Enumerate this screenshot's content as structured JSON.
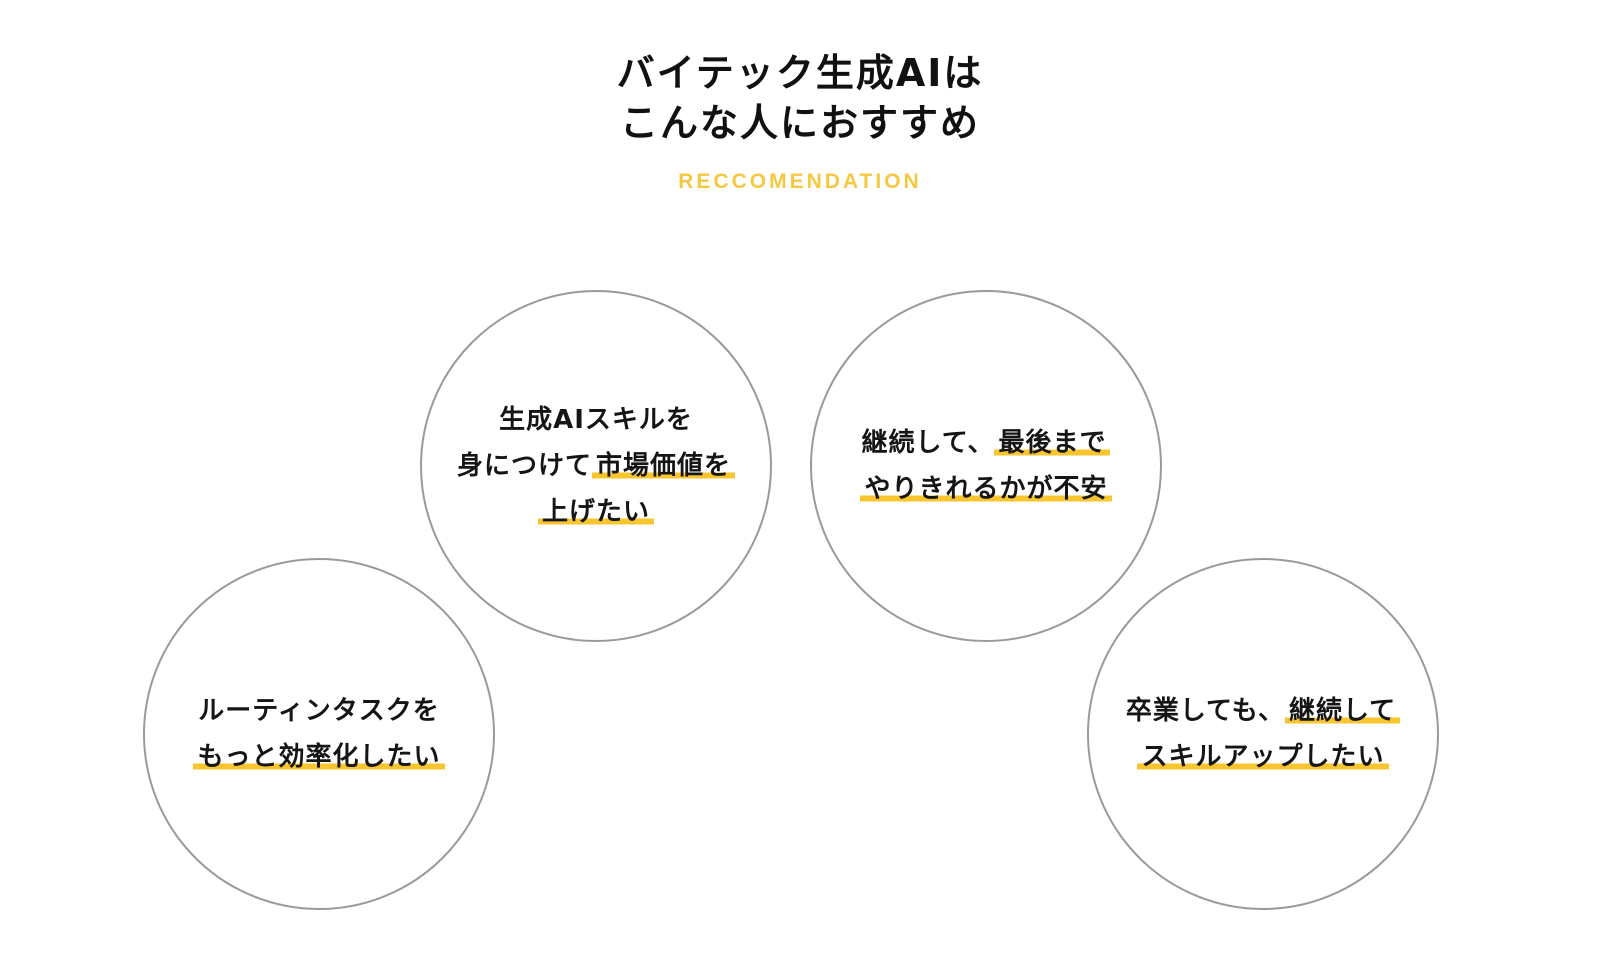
{
  "header": {
    "title_line1": "バイテック生成AIは",
    "title_line2": "こんな人におすすめ",
    "subtitle": "RECCOMENDATION"
  },
  "circles": [
    {
      "line1": "生成AIスキルを",
      "line2_plain": "身につけて",
      "line2_highlight": "市場価値を",
      "line3_highlight": "上げたい"
    },
    {
      "line1_plain": "継続して、",
      "line1_highlight": "最後まで",
      "line2_highlight": "やりきれるかが不安"
    },
    {
      "line1": "ルーティンタスクを",
      "line2_highlight": "もっと効率化したい"
    },
    {
      "line1_plain": "卒業しても、",
      "line1_highlight": "継続して",
      "line2_highlight": "スキルアップしたい"
    }
  ],
  "colors": {
    "accent": "#f9c52f",
    "subtitle": "#f5c842",
    "circle_border": "#9a9a9a",
    "text": "#151515"
  }
}
